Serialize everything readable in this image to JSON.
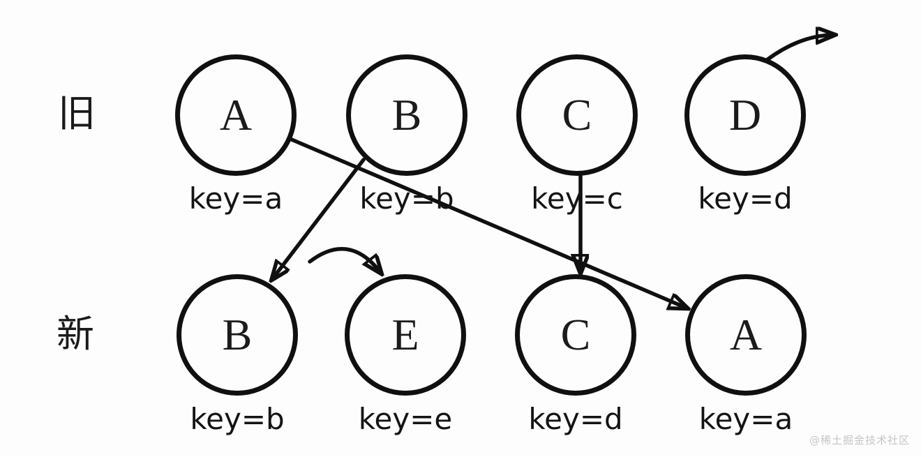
{
  "diagram": {
    "description": "Virtual DOM diff keyed-children diagram: old list vs new list",
    "old_row": {
      "label": "旧",
      "nodes": [
        {
          "letter": "A",
          "key": "key=a"
        },
        {
          "letter": "B",
          "key": "key=b"
        },
        {
          "letter": "C",
          "key": "key=c"
        },
        {
          "letter": "D",
          "key": "key=d"
        }
      ]
    },
    "new_row": {
      "label": "新",
      "nodes": [
        {
          "letter": "B",
          "key": "key=b"
        },
        {
          "letter": "E",
          "key": "key=e"
        },
        {
          "letter": "C",
          "key": "key=d"
        },
        {
          "letter": "A",
          "key": "key=a"
        }
      ]
    },
    "arrows": [
      {
        "id": "old-a-to-new-a",
        "from": "old:A",
        "to": "new:A"
      },
      {
        "id": "old-b-to-new-b",
        "from": "old:B",
        "to": "new:B"
      },
      {
        "id": "old-c-to-new-c",
        "from": "old:C",
        "to": "new:C"
      },
      {
        "id": "hop-to-new-e",
        "from": "new:B",
        "to": "new:E"
      },
      {
        "id": "old-d-removed",
        "from": "old:D",
        "to": "offscreen-top-right"
      }
    ],
    "colors": {
      "line": "#101010",
      "node_border": "#101010",
      "text": "#1a1a1a",
      "watermark": "#c5c5c5",
      "background": "#fdfdfd"
    },
    "watermark": "@稀土掘金技术社区"
  }
}
